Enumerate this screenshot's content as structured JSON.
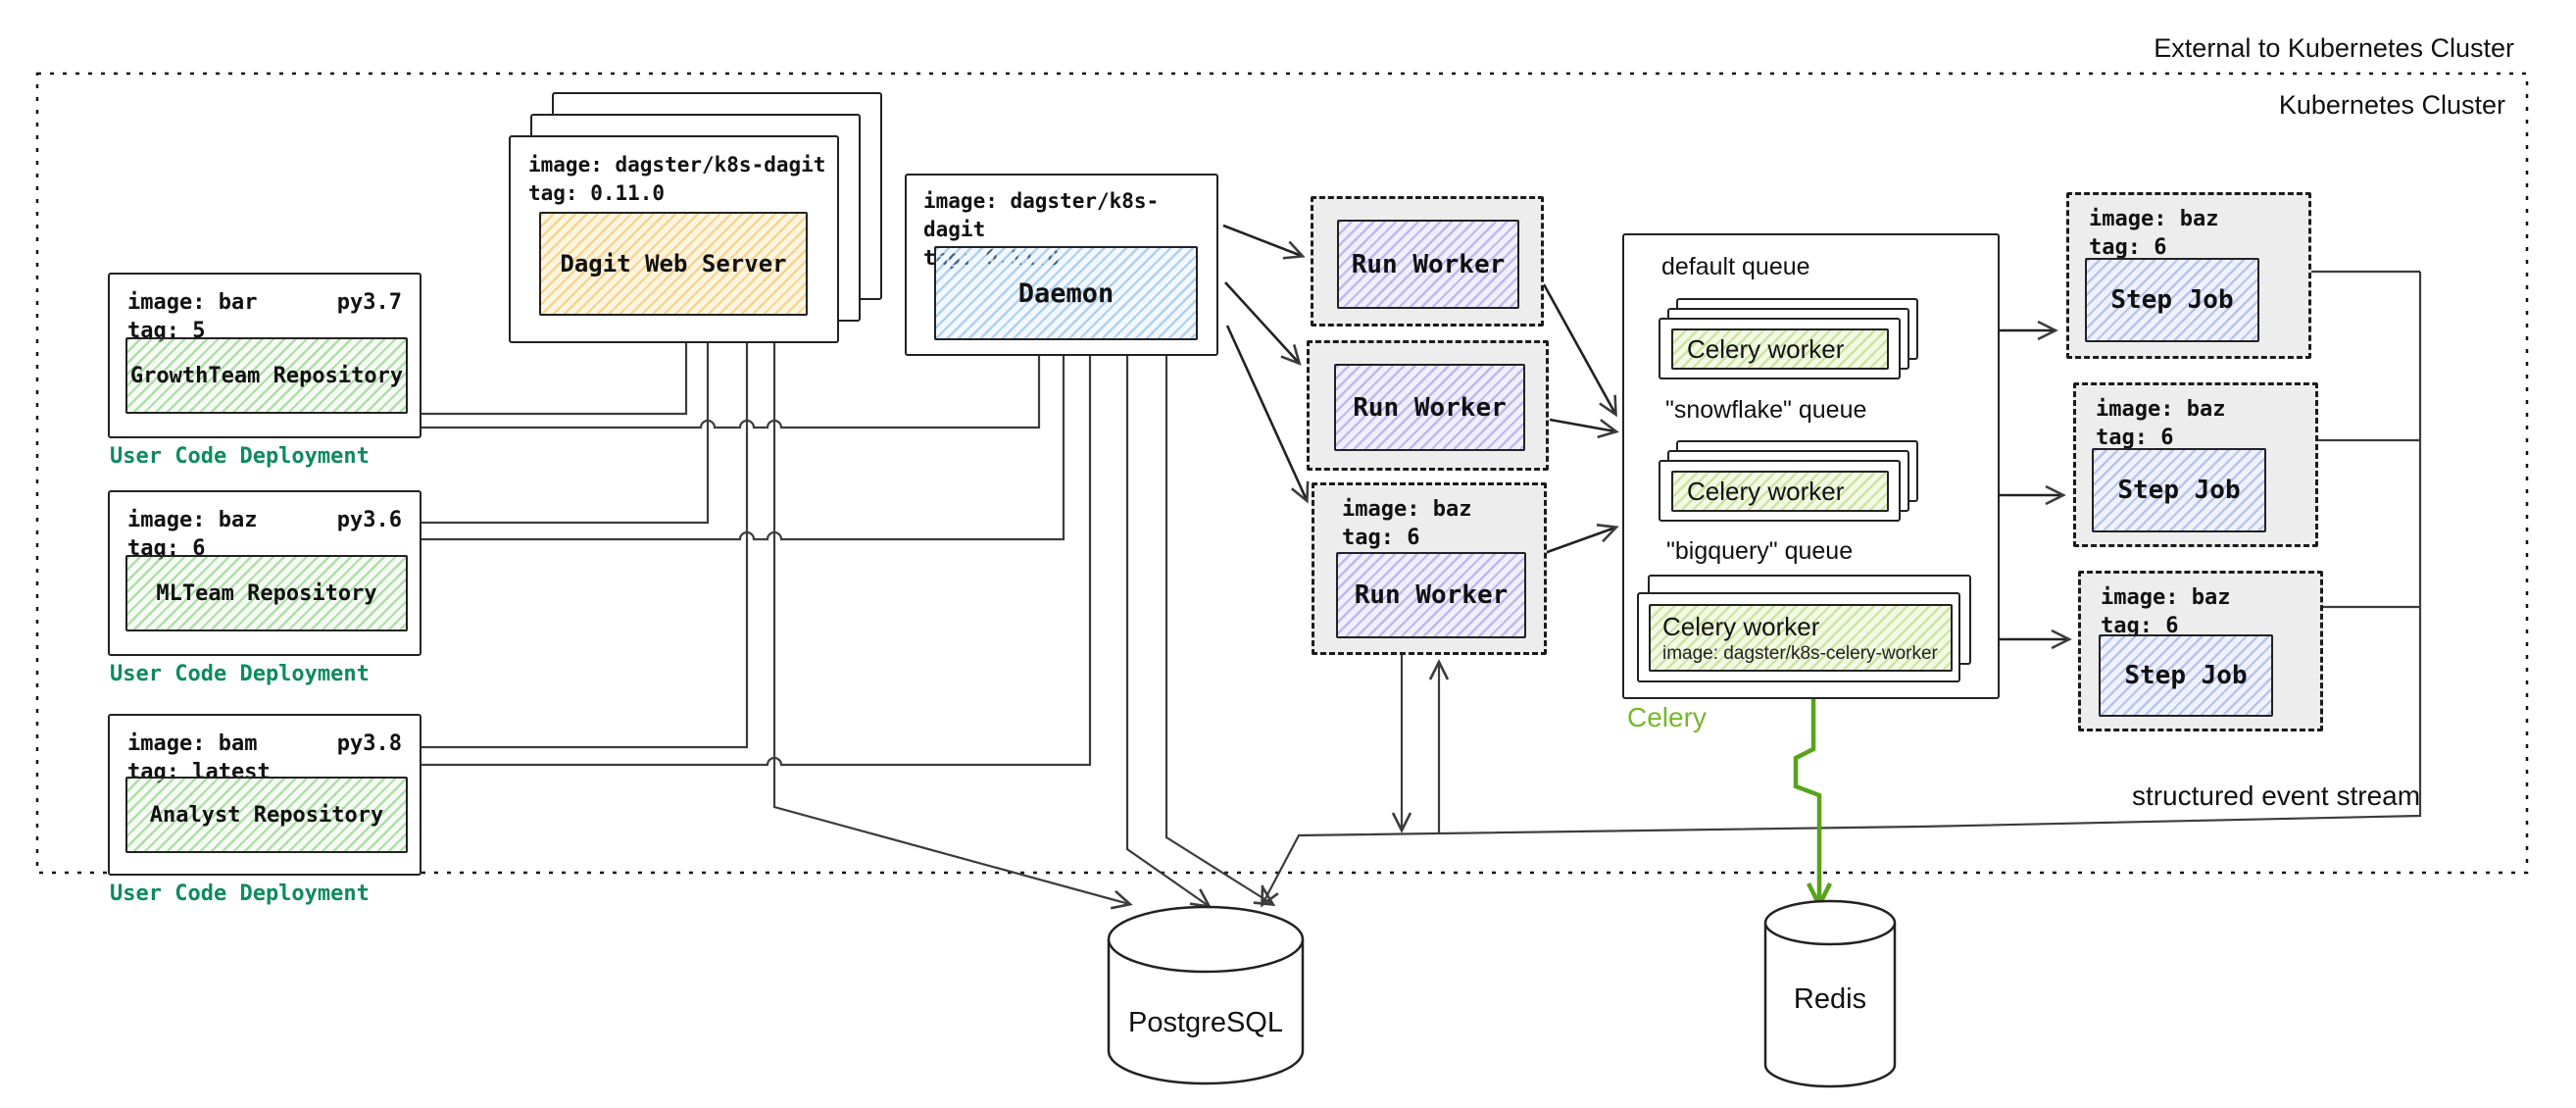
{
  "frame": {
    "external_label": "External to Kubernetes Cluster",
    "cluster_label": "Kubernetes Cluster"
  },
  "colors": {
    "user_code_caption": "#0f8a5f",
    "celery_caption": "#76b82a",
    "celery_arrow": "#57a41b",
    "repo_hatch": "#7ecb74",
    "dagit_hatch": "#f1bd54",
    "daemon_hatch": "#79b4ec",
    "run_worker_hatch": "#9f8cf2",
    "step_job_hatch": "#8ea6ec",
    "celery_worker_hatch": "#a8d060",
    "pod_background": "#ededed",
    "wire": "#3c3c3c"
  },
  "deployments": [
    {
      "image": "image: bar",
      "tag": "tag: 5",
      "py": "py3.7",
      "repo": "GrowthTeam Repository",
      "caption": "User Code Deployment"
    },
    {
      "image": "image: baz",
      "tag": "tag: 6",
      "py": "py3.6",
      "repo": "MLTeam Repository",
      "caption": "User Code Deployment"
    },
    {
      "image": "image: bam",
      "tag": "tag: latest",
      "py": "py3.8",
      "repo": "Analyst Repository",
      "caption": "User Code Deployment"
    }
  ],
  "dagit": {
    "image": "image: dagster/k8s-dagit",
    "tag": "tag: 0.11.0",
    "label": "Dagit Web Server"
  },
  "daemon": {
    "image": "image: dagster/k8s-dagit",
    "tag": "tag: 0.11.0",
    "label": "Daemon"
  },
  "run_workers": [
    {
      "label": "Run Worker"
    },
    {
      "label": "Run Worker"
    },
    {
      "image": "image: baz",
      "tag": "tag: 6",
      "label": "Run Worker"
    }
  ],
  "celery": {
    "caption": "Celery",
    "queues": [
      {
        "name": "default queue",
        "worker": "Celery worker"
      },
      {
        "name": "\"snowflake\" queue",
        "worker": "Celery worker"
      },
      {
        "name": "\"bigquery\" queue",
        "worker": "Celery worker",
        "worker_image": "image: dagster/k8s-celery-worker"
      }
    ]
  },
  "step_jobs": [
    {
      "image": "image: baz",
      "tag": "tag: 6",
      "label": "Step Job"
    },
    {
      "image": "image: baz",
      "tag": "tag: 6",
      "label": "Step Job"
    },
    {
      "image": "image: baz",
      "tag": "tag: 6",
      "label": "Step Job"
    }
  ],
  "databases": {
    "postgres": "PostgreSQL",
    "redis": "Redis"
  },
  "annotations": {
    "event_stream": "structured event stream"
  }
}
